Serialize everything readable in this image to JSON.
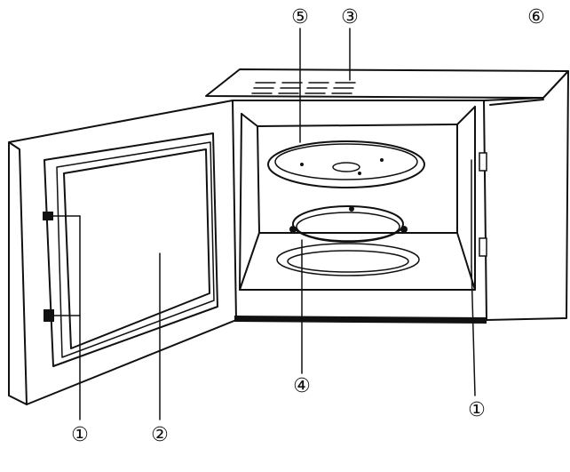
{
  "callouts": {
    "door_latch_left": "①",
    "door_window": "②",
    "waveguide_vents": "③",
    "roller_ring": "④",
    "glass_tray": "⑤",
    "control_panel": "⑥",
    "safety_latch_right": "①"
  }
}
